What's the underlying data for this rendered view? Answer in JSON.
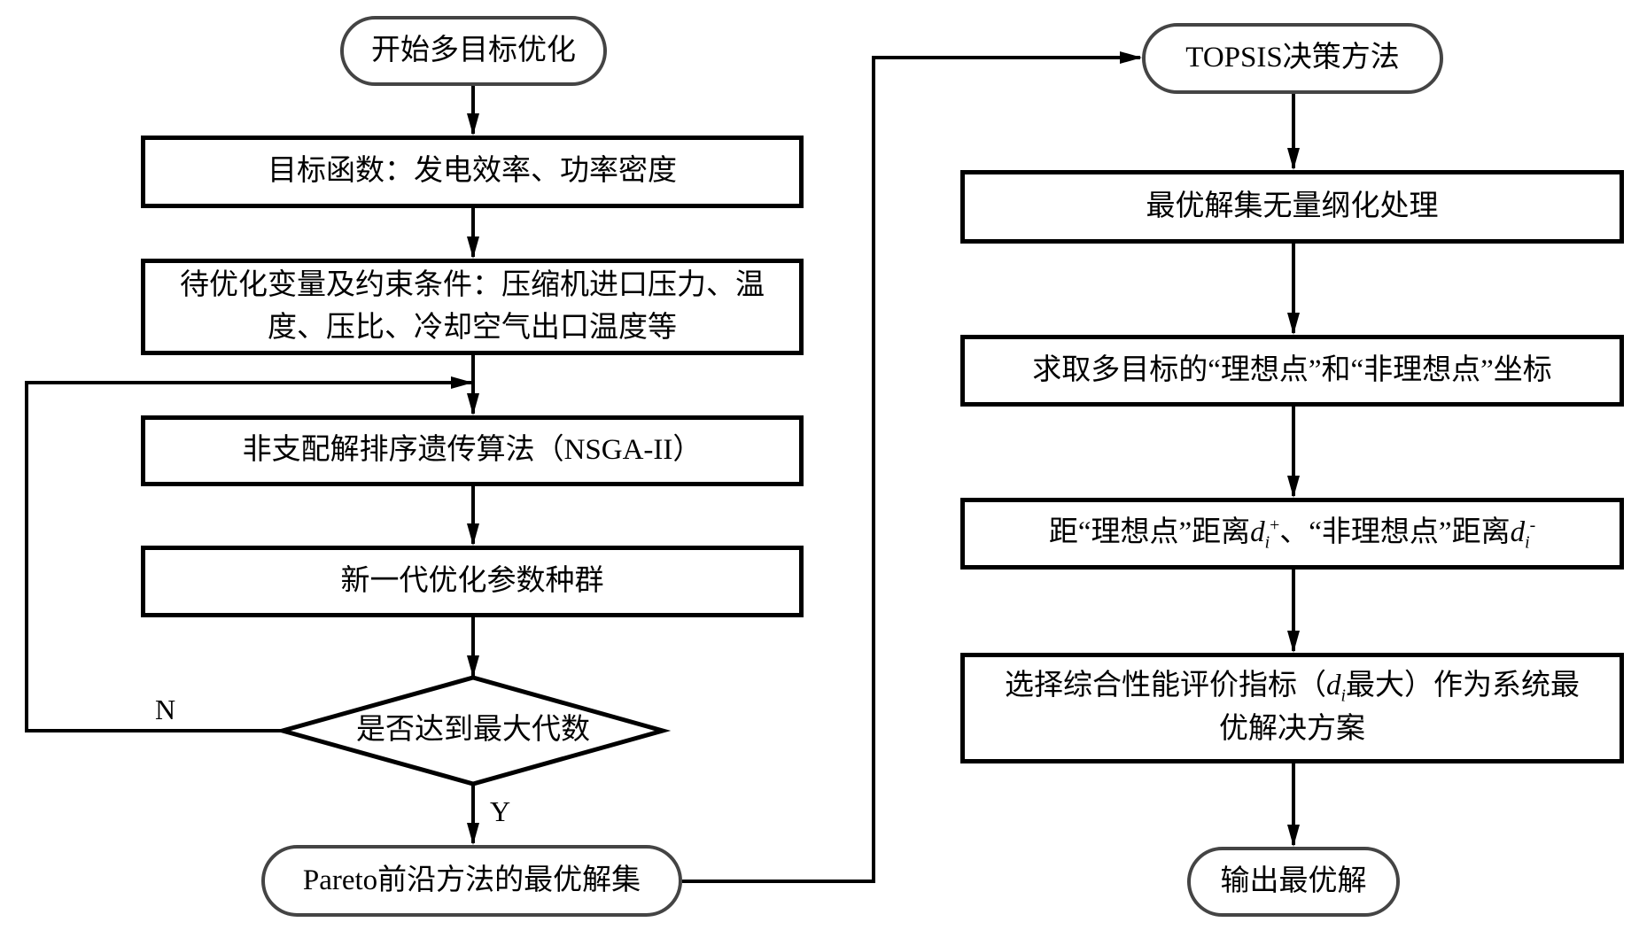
{
  "left_column": {
    "start": "开始多目标优化",
    "objective": "目标函数：发电效率、功率密度",
    "variables_line1": "待优化变量及约束条件：压缩机进口压力、温",
    "variables_line2": "度、压比、冷却空气出口温度等",
    "nsga": "非支配解排序遗传算法（NSGA-II）",
    "new_generation": "新一代优化参数种群",
    "decision": "是否达到最大代数",
    "no_label": "N",
    "yes_label": "Y",
    "pareto": "Pareto前沿方法的最优解集"
  },
  "right_column": {
    "topsis": "TOPSIS决策方法",
    "normalize": "最优解集无量纲化处理",
    "ideal_points": "求取多目标的“理想点”和“非理想点”坐标",
    "distance_prefix": "距“理想点”距离",
    "distance_var": "d",
    "distance_sub": "i",
    "distance_sup_plus": "+",
    "distance_middle": "、“非理想点”距离",
    "distance_sup_minus": "-",
    "select_prefix": "选择综合性能评价指标（",
    "select_var": "d",
    "select_sub": "i",
    "select_suffix": "最大）作为系统最",
    "select_line2": "优解决方案",
    "output": "输出最优解"
  }
}
